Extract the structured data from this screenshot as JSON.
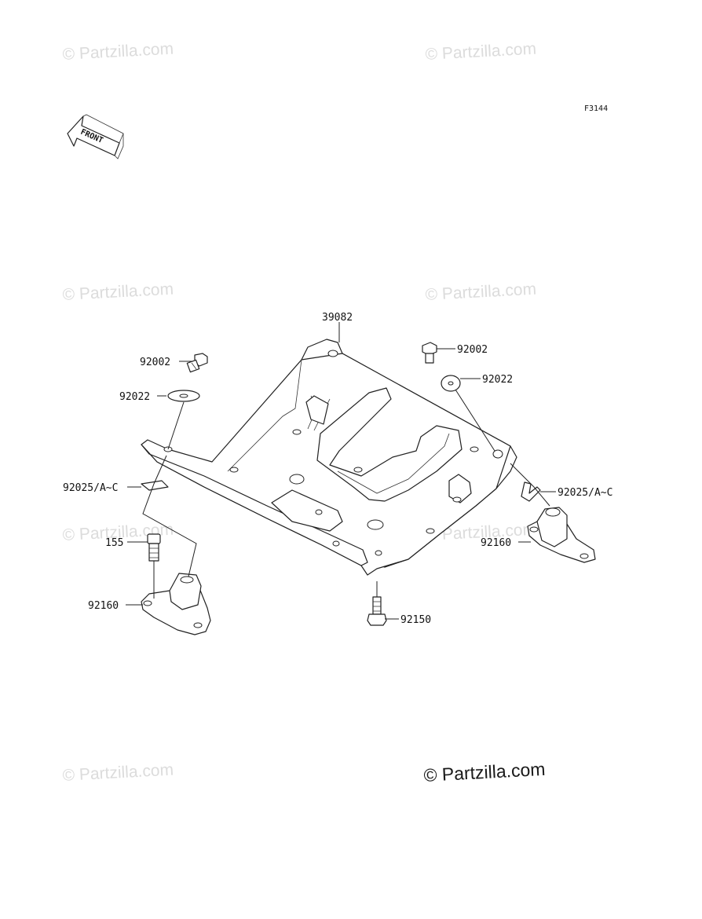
{
  "figure_code": "F3144",
  "front_arrow_label": "FRONT",
  "watermark_text": "© Partzilla.com",
  "watermark_main_text": "© Partzilla.com",
  "callouts": {
    "frame_39082": "39082",
    "bolt_92002_left": "92002",
    "bolt_92002_right": "92002",
    "washer_92022_left": "92022",
    "washer_92022_right": "92022",
    "clip_92025_left": "92025/A~C",
    "clip_92025_right": "92025/A~C",
    "bolt_155": "155",
    "mount_92160_left": "92160",
    "mount_92160_right": "92160",
    "bolt_92150": "92150"
  }
}
